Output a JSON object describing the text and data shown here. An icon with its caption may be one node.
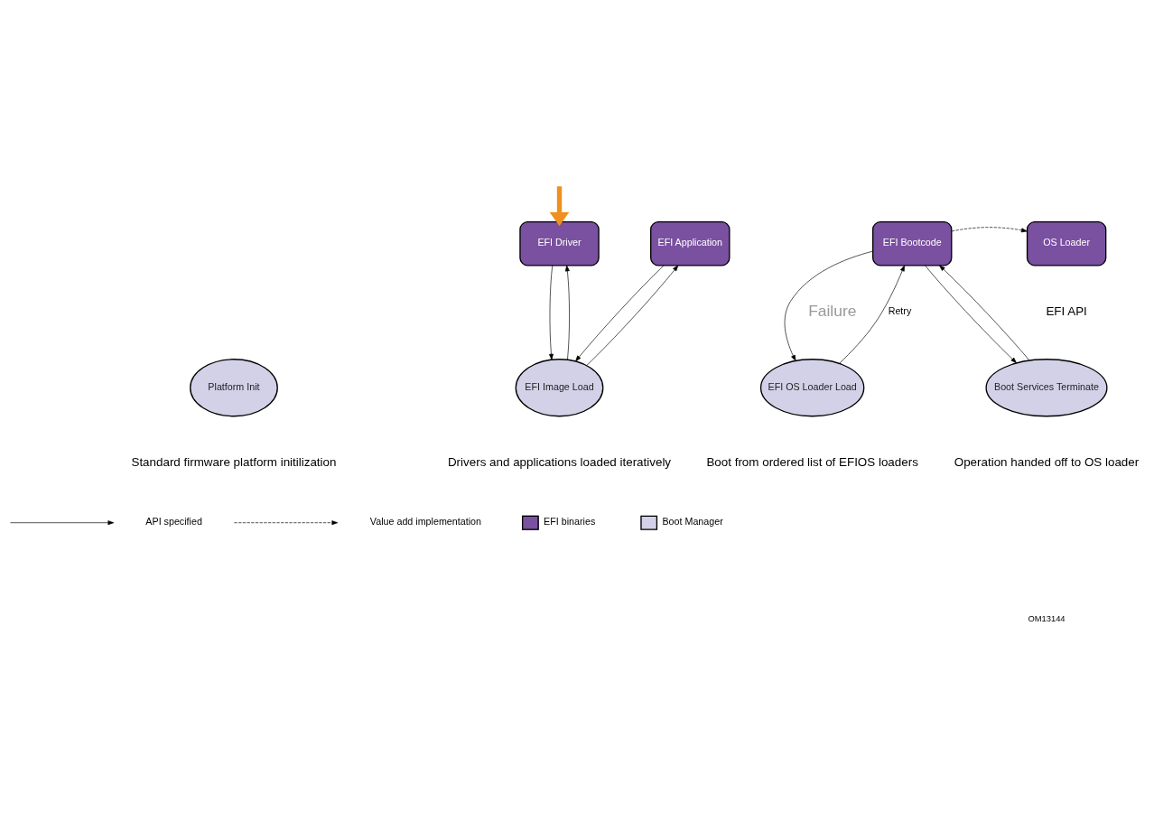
{
  "diagram": {
    "nodes": [
      {
        "text": [
          "EFI Driver"
        ]
      },
      {
        "text": [
          "EFI Application"
        ]
      },
      {
        "text": [
          "EFI Bootcode"
        ]
      },
      {
        "text": [
          "OS Loader"
        ],
        "beside": [
          "EFI API"
        ]
      },
      {
        "text": [
          "Platform Init"
        ],
        "beside": [
          "Standard firmware platform initilization"
        ]
      },
      {
        "text": [
          "EFI Image Load"
        ],
        "beside": [
          "Drivers and applications loaded iteratively"
        ]
      },
      {
        "text": [
          "EFI OS Loader Load"
        ],
        "beside": [
          "Boot from ordered list of EFIOS loaders"
        ]
      },
      {
        "text": [
          "Boot Services Terminate"
        ],
        "beside": [
          "Operation handed off to OS loader"
        ]
      }
    ],
    "edges": [
      {
        "from": null,
        "to": 0,
        "arrow": "to",
        "style": "thick",
        "color": "#f0901e"
      },
      {
        "from": 5,
        "to": 0,
        "arrow": "to"
      },
      {
        "from": 0,
        "to": 5,
        "arrow": "to"
      },
      {
        "from": 5,
        "to": 1,
        "arrow": "to"
      },
      {
        "from": 1,
        "to": 5,
        "arrow": "to"
      },
      {
        "from": 6,
        "to": 2,
        "arrow": "to",
        "label": "Retry"
      },
      {
        "from": 2,
        "to": 6,
        "arrow": "to"
      },
      {
        "from": 2,
        "to": 7,
        "arrow": "to"
      },
      {
        "from": 7,
        "to": 2,
        "arrow": "to"
      },
      {
        "from": 2,
        "to": 3,
        "arrow": "to",
        "style": "dashed"
      }
    ],
    "labels": [
      "Failure",
      "OM13144"
    ],
    "legend": [
      {
        "text": "API specified"
      },
      {
        "text": "Value add implementation"
      },
      {
        "text": "Boot Manager",
        "color": "#d3d1e8"
      },
      {
        "text": "EFI binaries",
        "color": "#7a50a0"
      }
    ]
  }
}
